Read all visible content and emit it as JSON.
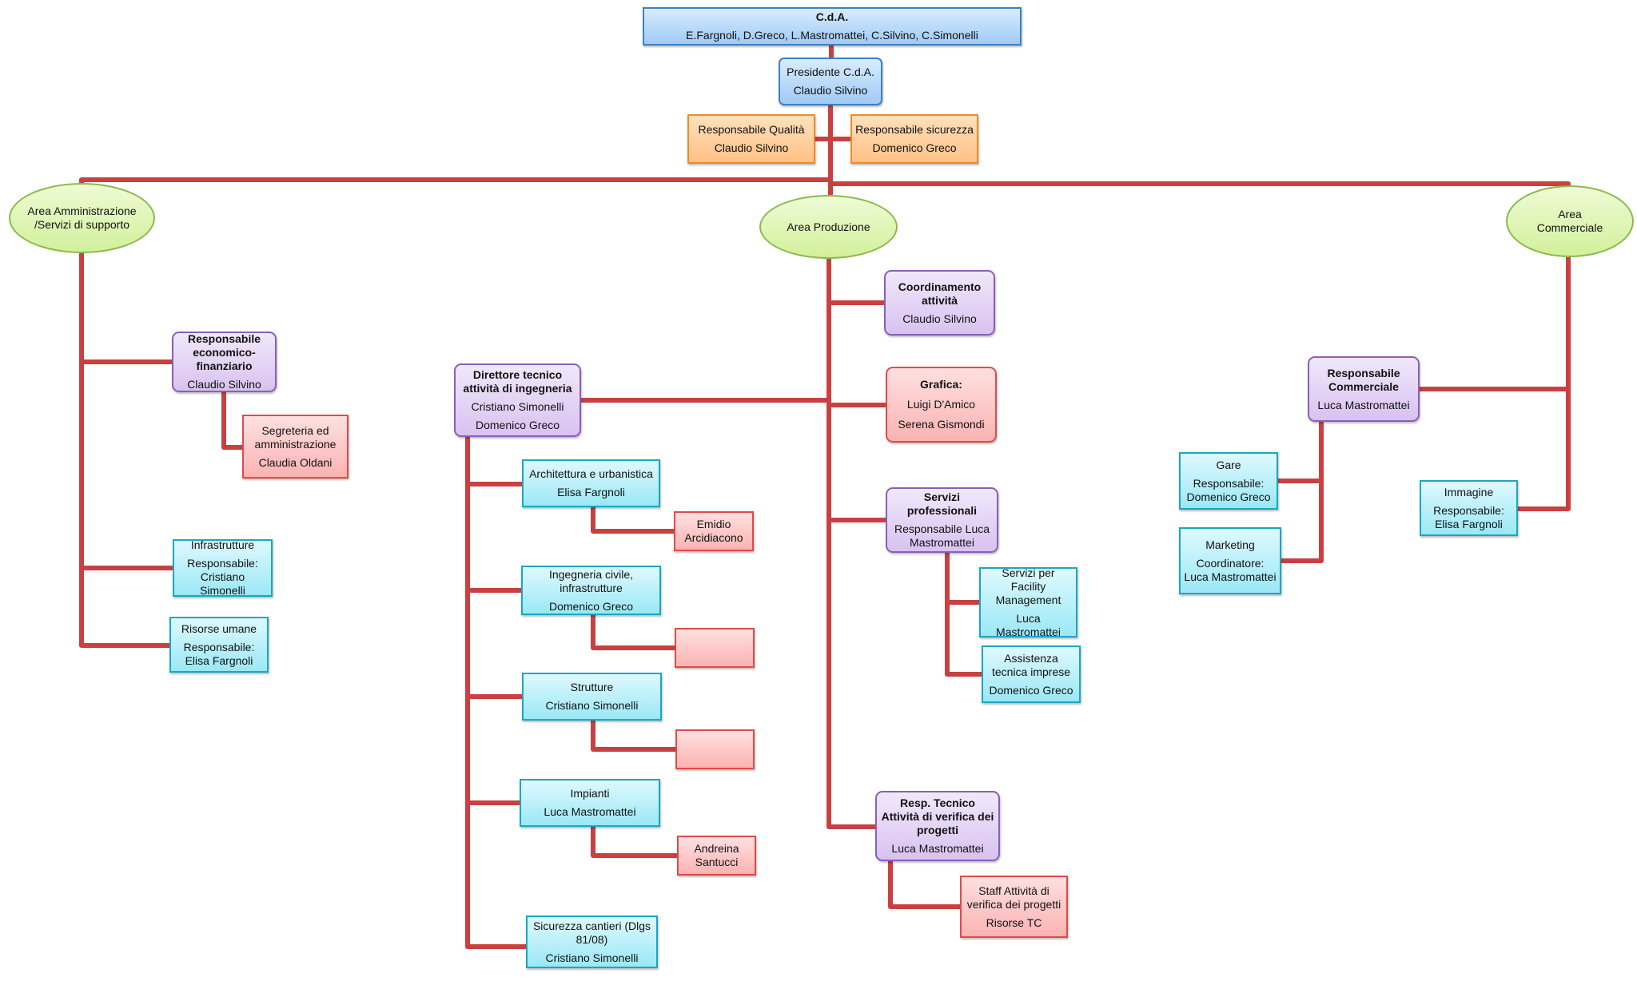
{
  "colors": {
    "connector": "#c94040",
    "board": "#9fcaf5",
    "staff": "#ffc185",
    "area": "#d2f09b",
    "manager": "#d8c2f0",
    "support": "#fbb3b3",
    "unit": "#9ae8f5"
  },
  "cda": {
    "title": "C.d.A.",
    "members": "E.Fargnoli, D.Greco, L.Mastromattei, C.Silvino, C.Simonelli"
  },
  "president": {
    "role": "Presidente C.d.A.",
    "name": "Claudio Silvino"
  },
  "quality": {
    "role": "Responsabile Qualità",
    "name": "Claudio Silvino"
  },
  "safety": {
    "role": "Responsabile sicurezza",
    "name": "Domenico Greco"
  },
  "areas": {
    "admin": "Area Amministrazione /Servizi di supporto",
    "production": "Area Produzione",
    "commercial": "Area Commerciale"
  },
  "admin": {
    "finance": {
      "role": "Responsabile economico-finanziario",
      "name": "Claudio Silvino"
    },
    "secretary": {
      "role": "Segreteria ed amministrazione",
      "name": "Claudia Oldani"
    },
    "infrastructure": {
      "role": "Infrastrutture",
      "name": "Responsabile: Cristiano Simonelli"
    },
    "hr": {
      "role": "Risorse umane",
      "name": "Responsabile: Elisa Fargnoli"
    }
  },
  "production": {
    "coordination": {
      "role": "Coordinamento attività",
      "name": "Claudio Silvino"
    },
    "graphics": {
      "role": "Grafica:",
      "name1": "Luigi D'Amico",
      "name2": "Serena Gismondi"
    },
    "technical_director": {
      "role": "Direttore tecnico attività di ingegneria",
      "name1": "Cristiano Simonelli",
      "name2": "Domenico Greco"
    },
    "architecture": {
      "role": "Architettura e urbanistica",
      "name": "Elisa Fargnoli",
      "staff": "Emidio Arcidiacono"
    },
    "civil": {
      "role": "Ingegneria civile, infrastrutture",
      "name": "Domenico Greco",
      "staff": ""
    },
    "structures": {
      "role": "Strutture",
      "name": "Cristiano Simonelli",
      "staff": ""
    },
    "plants": {
      "role": "Impianti",
      "name": "Luca Mastromattei",
      "staff": "Andreina Santucci"
    },
    "site_safety": {
      "role": "Sicurezza cantieri (Dlgs 81/08)",
      "name": "Cristiano Simonelli"
    },
    "professional": {
      "role": "Servizi professionali",
      "name": "Responsabile Luca Mastromattei"
    },
    "facility": {
      "role": "Servizi per Facility Management",
      "name": "Luca Mastromattei"
    },
    "assistance": {
      "role": "Assistenza tecnica imprese",
      "name": "Domenico Greco"
    },
    "verification": {
      "role": "Resp. Tecnico Attività di verifica dei progetti",
      "name": "Luca Mastromattei"
    },
    "verification_staff": {
      "role": "Staff Attività di verifica dei progetti",
      "name": "Risorse TC"
    }
  },
  "commercial": {
    "manager": {
      "role": "Responsabile Commerciale",
      "name": "Luca Mastromattei"
    },
    "tenders": {
      "role": "Gare",
      "name": "Responsabile: Domenico Greco"
    },
    "marketing": {
      "role": "Marketing",
      "name": "Coordinatore: Luca Mastromattei"
    },
    "image": {
      "role": "Immagine",
      "name": "Responsabile: Elisa Fargnoli"
    }
  }
}
